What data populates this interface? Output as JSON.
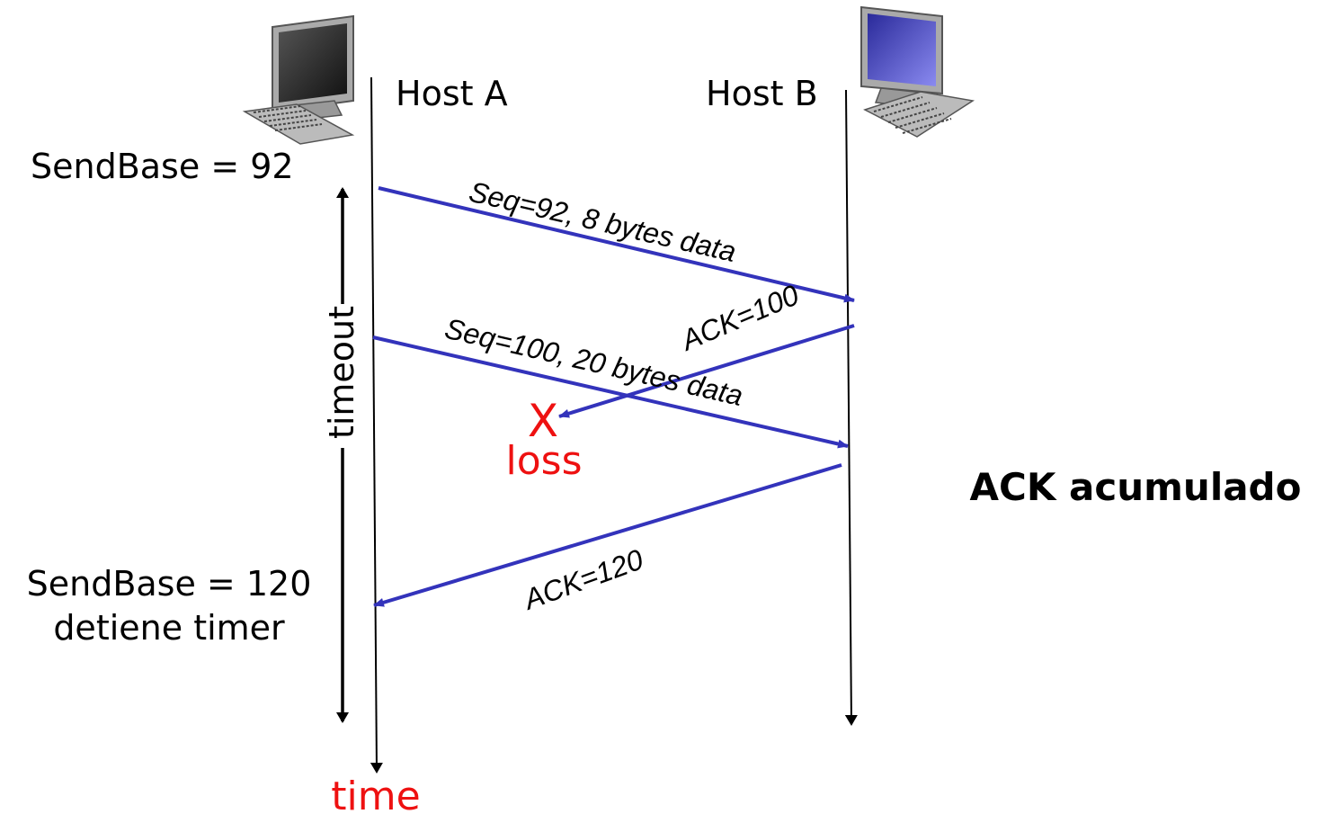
{
  "hosts": {
    "a_label": "Host A",
    "b_label": "Host B"
  },
  "sender": {
    "sendbase_initial": "SendBase = 92",
    "sendbase_final": "SendBase = 120",
    "stop_timer": "detiene timer",
    "timeout_label": "timeout"
  },
  "messages": {
    "seg1": "Seq=92, 8 bytes data",
    "ack1": "ACK=100",
    "seg2": "Seq=100, 20 bytes data",
    "ack2": "ACK=120"
  },
  "loss": {
    "mark": "X",
    "label": "loss"
  },
  "time_label": "time",
  "caption": "ACK acumulado",
  "colors": {
    "arrow": "#3333bb",
    "alert": "#ee1111",
    "text": "#000000"
  },
  "icons": [
    "computer-icon-host-a",
    "computer-icon-host-b"
  ]
}
